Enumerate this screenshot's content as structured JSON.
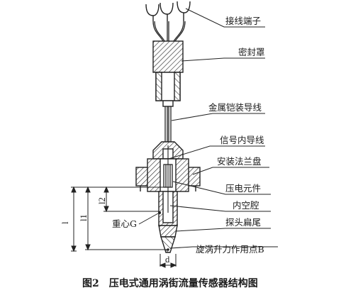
{
  "labels": {
    "terminal": "接线端子",
    "seal_cover": "密封罩",
    "armored_wire": "金属铠装导线",
    "signal_wire": "信号内导线",
    "flange": "安装法兰盘",
    "piezo_element": "压电元件",
    "inner_cavity": "内空腔",
    "probe_tail": "探头扁尾",
    "gravity_center": "重心G",
    "lift_point": "旋涡升力作用点B"
  },
  "dimensions": {
    "l": "l",
    "l1": "l1",
    "l2": "l2",
    "d": "d"
  },
  "caption": "图2　压电式通用涡街流量传感器结构图"
}
